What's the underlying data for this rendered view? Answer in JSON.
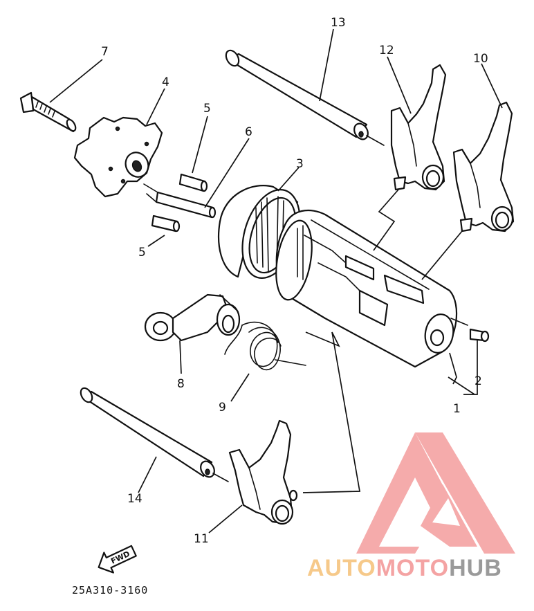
{
  "diagram": {
    "callouts": [
      "1",
      "2",
      "3",
      "4",
      "5",
      "5",
      "6",
      "7",
      "8",
      "9",
      "10",
      "11",
      "12",
      "13",
      "14"
    ],
    "fwd_label": "FWD",
    "drawing_code": "25A310-3160"
  },
  "watermark": {
    "text_part1": "AUTO",
    "text_part2": "MOTO",
    "text_part3": "HUB",
    "colors": {
      "logo": "#f4a3a3",
      "part1": "#f6c98a",
      "part2": "#f4a3a3",
      "part3": "#9a9a9a"
    }
  }
}
